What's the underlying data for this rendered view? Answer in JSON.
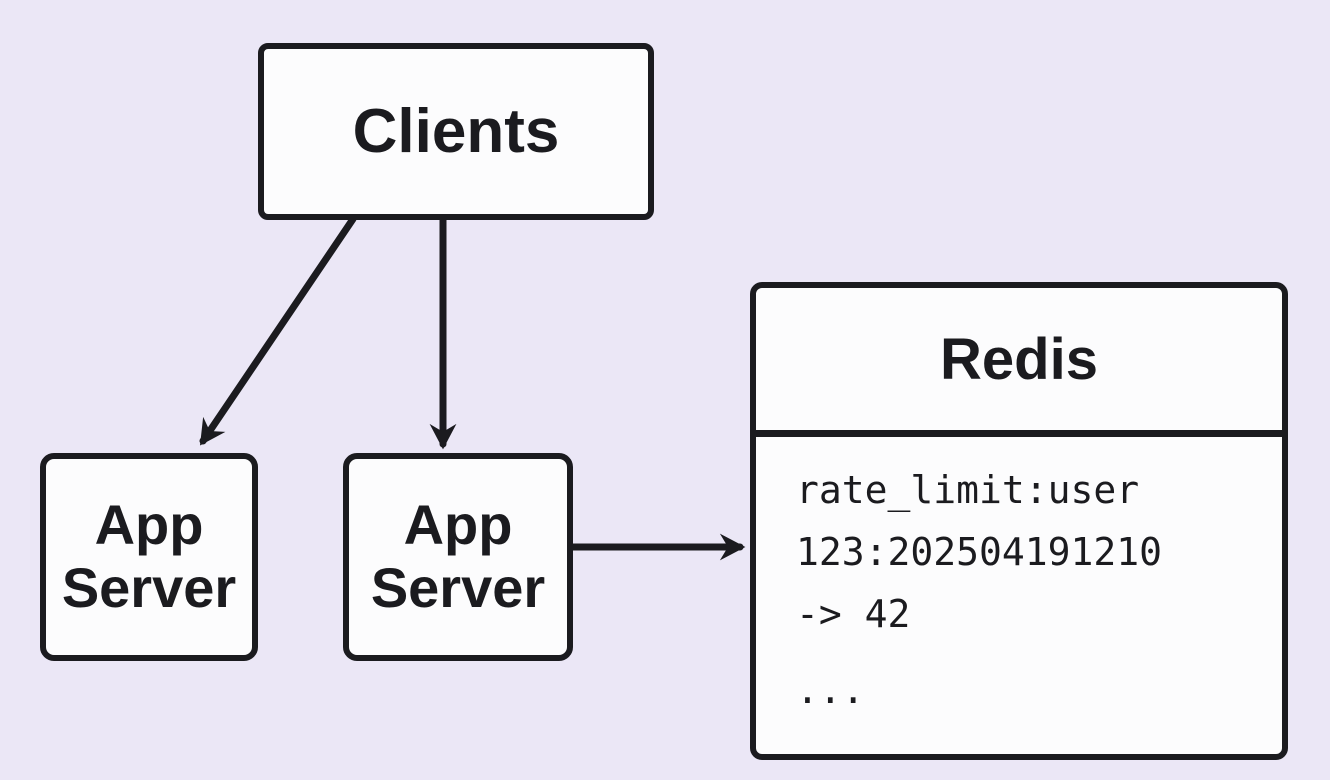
{
  "diagram": {
    "colors": {
      "background": "#ebe7f6",
      "node_fill": "#fcfcfd",
      "stroke": "#1b1b1f"
    },
    "nodes": {
      "clients": {
        "label": "Clients"
      },
      "app_server_left": {
        "line1": "App",
        "line2": "Server"
      },
      "app_server_right": {
        "line1": "App",
        "line2": "Server"
      },
      "redis": {
        "title": "Redis",
        "lines": [
          "rate_limit:user",
          "123:202504191210",
          "-> 42"
        ],
        "more": "..."
      }
    },
    "edges": [
      {
        "from": "clients",
        "to": "app-server-left"
      },
      {
        "from": "clients",
        "to": "app-server-right"
      },
      {
        "from": "app-server-right",
        "to": "redis"
      }
    ]
  }
}
